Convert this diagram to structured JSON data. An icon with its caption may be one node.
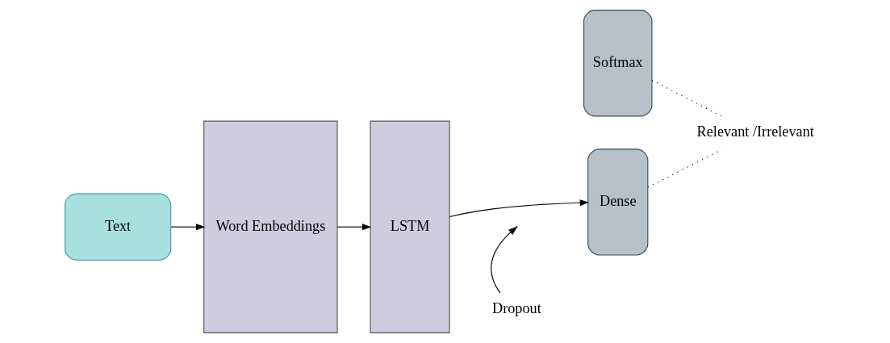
{
  "diagram": {
    "nodes": [
      {
        "text": [
          "Text"
        ]
      },
      {
        "text": [
          "Word Embeddings"
        ]
      },
      {
        "text": [
          "LSTM"
        ]
      },
      {
        "text": [
          "Softmax"
        ]
      },
      {
        "text": [
          "Dense"
        ]
      },
      {
        "text": [
          "Dropout"
        ]
      },
      {
        "text": [
          "Relevant /Irrelevant"
        ]
      }
    ],
    "edges": [
      {
        "from": 0,
        "to": 1,
        "arrow": "to"
      },
      {
        "from": 1,
        "to": 2,
        "arrow": "to"
      },
      {
        "from": 2,
        "to": 4,
        "arrow": "to"
      },
      {
        "from": 5,
        "to": null,
        "arrow": "to"
      },
      {
        "from": 3,
        "to": 6,
        "arrow": "none",
        "style": "dashed"
      },
      {
        "from": 4,
        "to": 6,
        "arrow": "none",
        "style": "dashed"
      }
    ]
  }
}
